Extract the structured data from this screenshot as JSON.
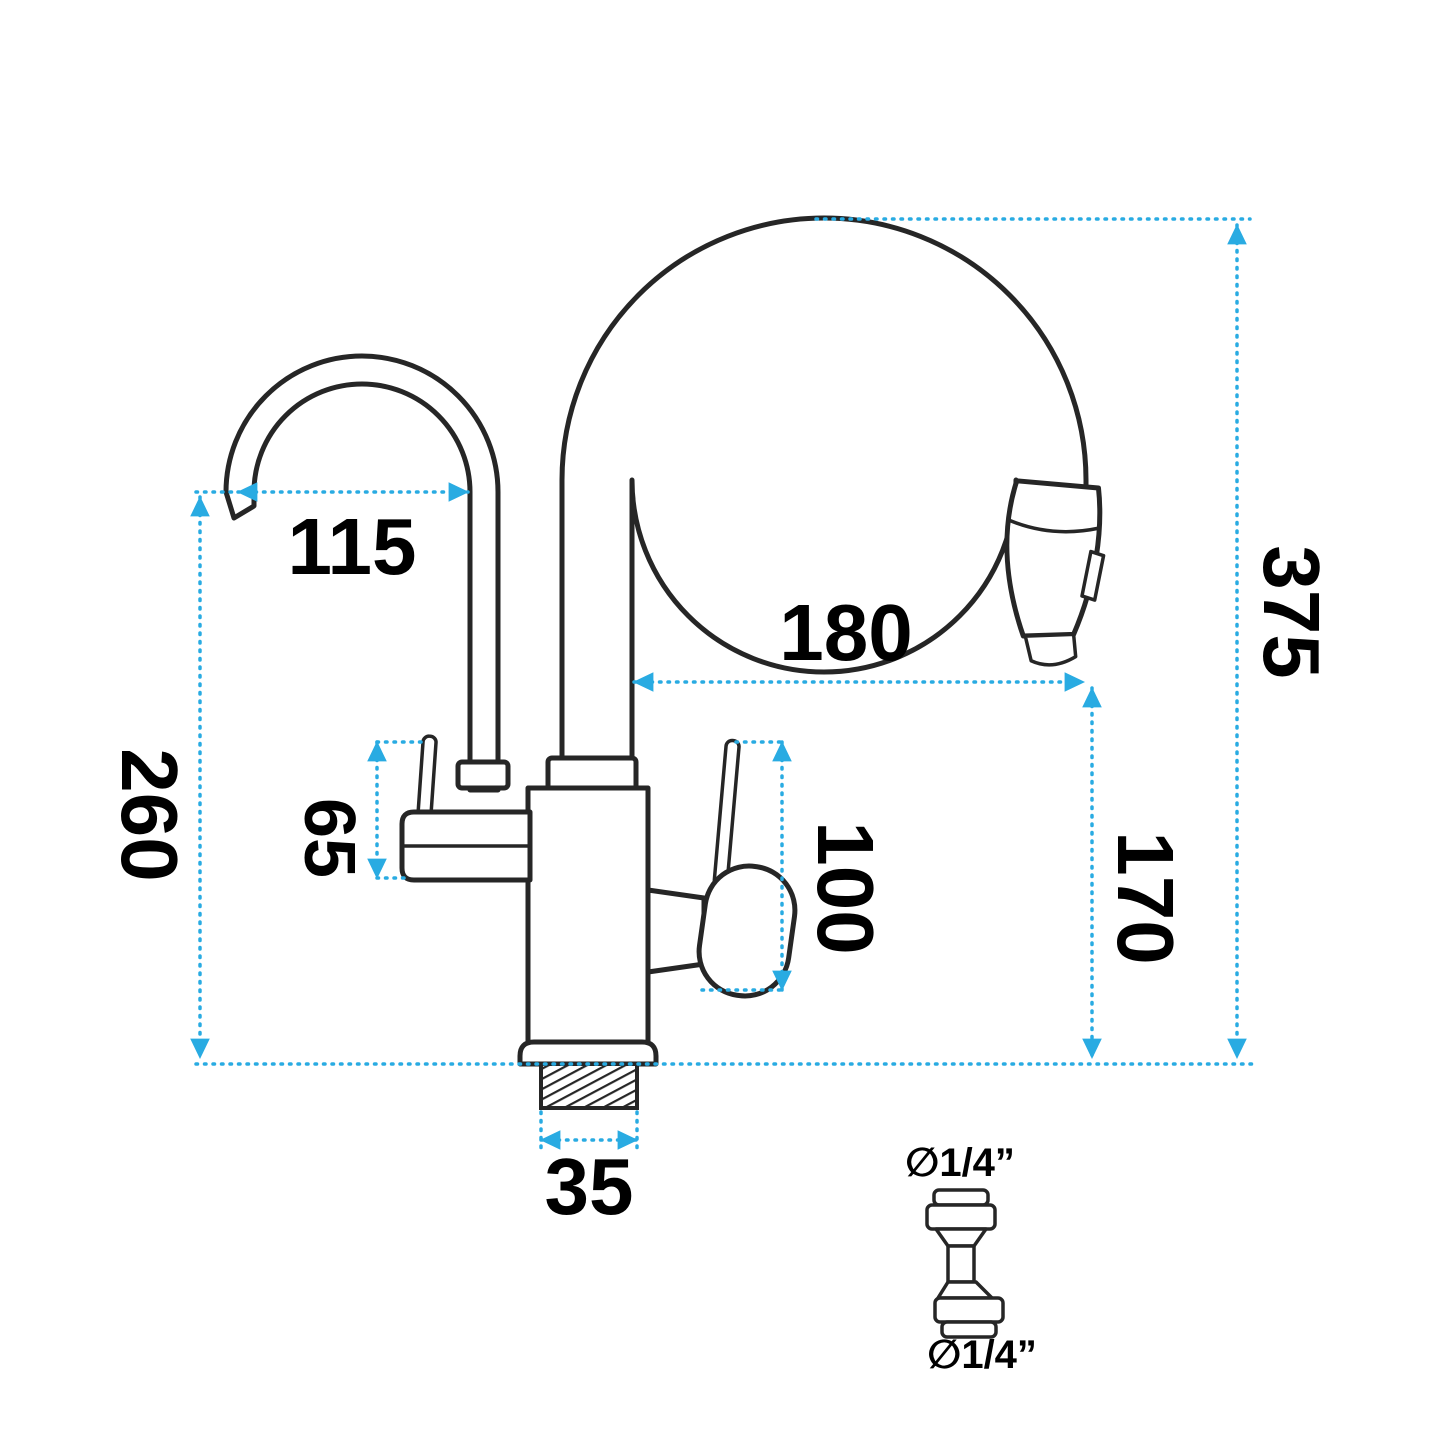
{
  "diagram": {
    "type": "technical-dimension-drawing",
    "colors": {
      "dimension_line": "#29ABE2",
      "drawing_line": "#262626",
      "label_text": "#000000",
      "background": "#ffffff"
    },
    "dims": {
      "d115": "115",
      "d180": "180",
      "d375": "375",
      "d260": "260",
      "d65": "65",
      "d100": "100",
      "d170": "170",
      "d35": "35",
      "connector_top": "∅1/4”",
      "connector_bottom": "∅1/4”"
    }
  }
}
